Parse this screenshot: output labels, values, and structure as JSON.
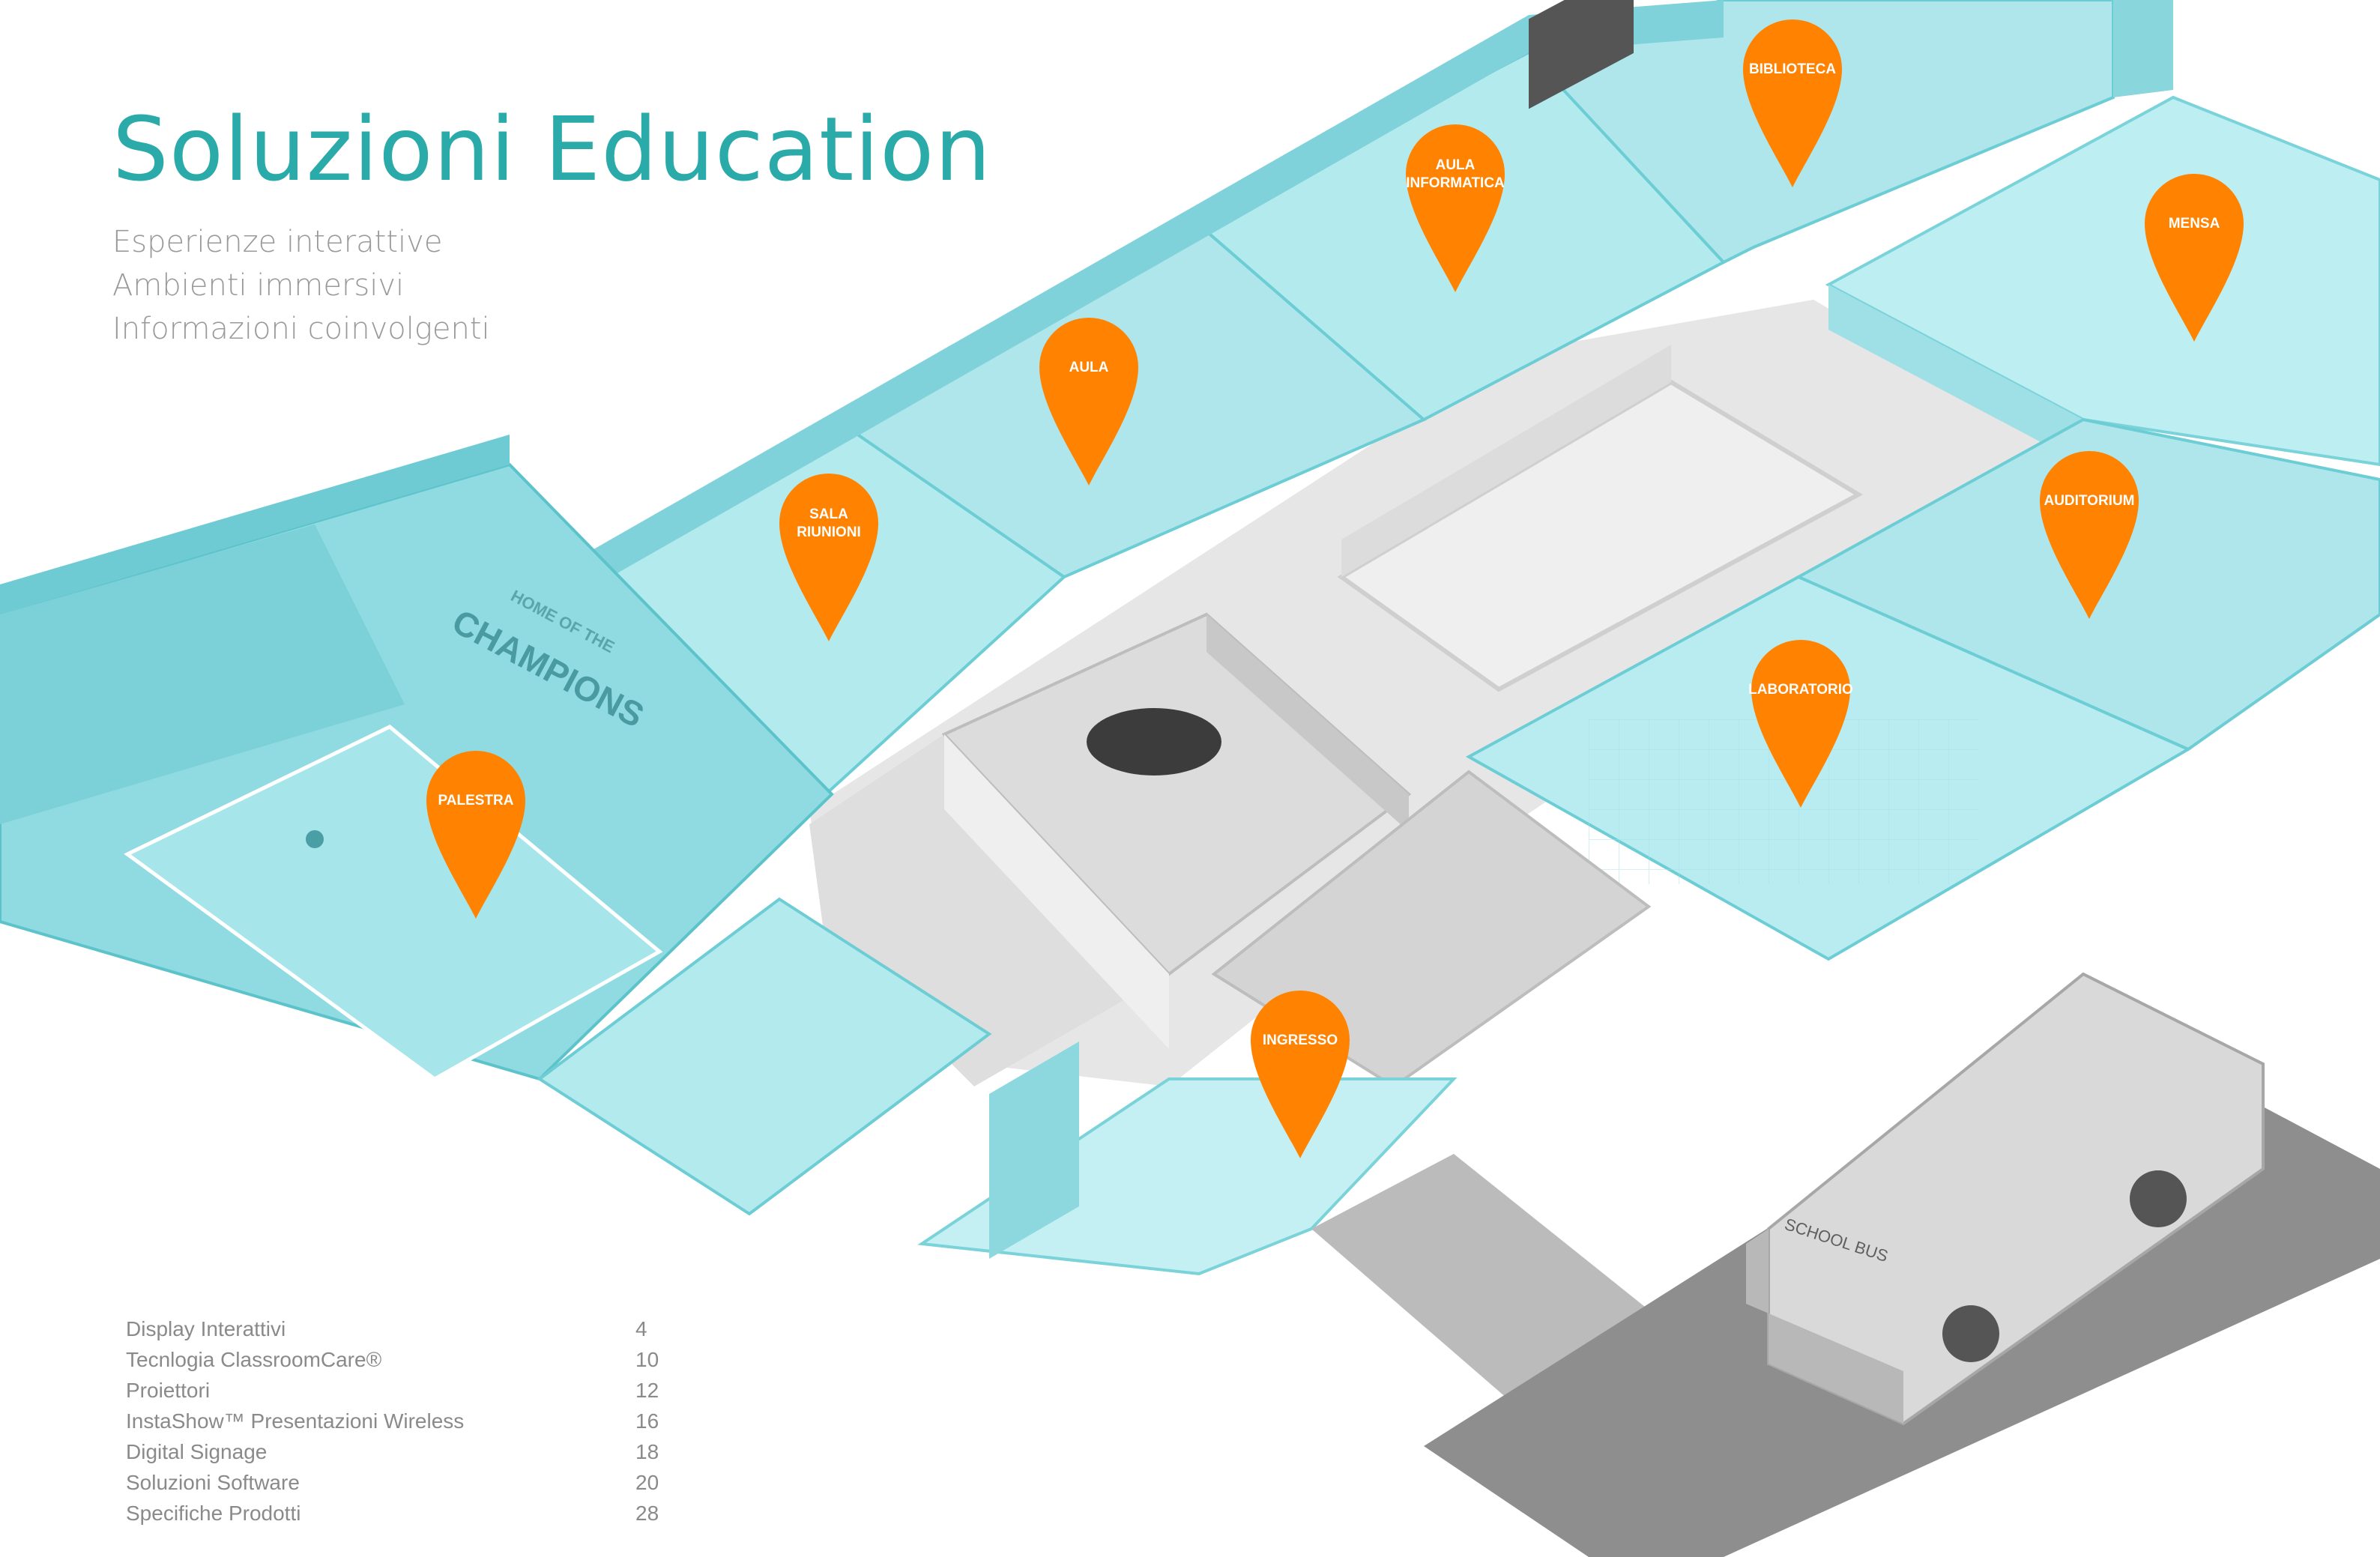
{
  "header": {
    "title": "Soluzioni Education",
    "subtitles": [
      "Esperienze interattive",
      "Ambienti immersivi",
      "Informazioni coinvolgenti"
    ]
  },
  "map": {
    "pins": [
      {
        "id": "biblioteca",
        "lines": [
          "BIBLIOTECA"
        ]
      },
      {
        "id": "aula-informatica",
        "lines": [
          "AULA",
          "INFORMATICA"
        ]
      },
      {
        "id": "mensa",
        "lines": [
          "MENSA"
        ]
      },
      {
        "id": "aula",
        "lines": [
          "AULA"
        ]
      },
      {
        "id": "sala-riunioni",
        "lines": [
          "SALA",
          "RIUNIONI"
        ]
      },
      {
        "id": "auditorium",
        "lines": [
          "AUDITORIUM"
        ]
      },
      {
        "id": "laboratorio",
        "lines": [
          "LABORATORIO"
        ]
      },
      {
        "id": "palestra",
        "lines": [
          "PALESTRA"
        ]
      },
      {
        "id": "ingresso",
        "lines": [
          "INGRESSO"
        ]
      }
    ],
    "gym_banner": [
      "HOME OF THE",
      "CHAMPIONS"
    ],
    "bus_sign": "SCHOOL BUS"
  },
  "toc": [
    {
      "label": "Display Interattivi",
      "page": "4"
    },
    {
      "label": "Tecnlogia ClassroomCare®",
      "page": "10"
    },
    {
      "label": "Proiettori",
      "page": "12"
    },
    {
      "label": "InstaShow™ Presentazioni Wireless",
      "page": "16"
    },
    {
      "label": "Digital Signage",
      "page": "18"
    },
    {
      "label": "Soluzioni Software",
      "page": "20"
    },
    {
      "label": "Specifiche Prodotti",
      "page": "28"
    }
  ],
  "colors": {
    "title": "#2aaaa8",
    "pin": "#ff8200",
    "room_teal": "#7fd6dc",
    "room_light": "#b8ecf0",
    "corridor": "#e4e4e4",
    "gray_room": "#cfcfcf"
  }
}
